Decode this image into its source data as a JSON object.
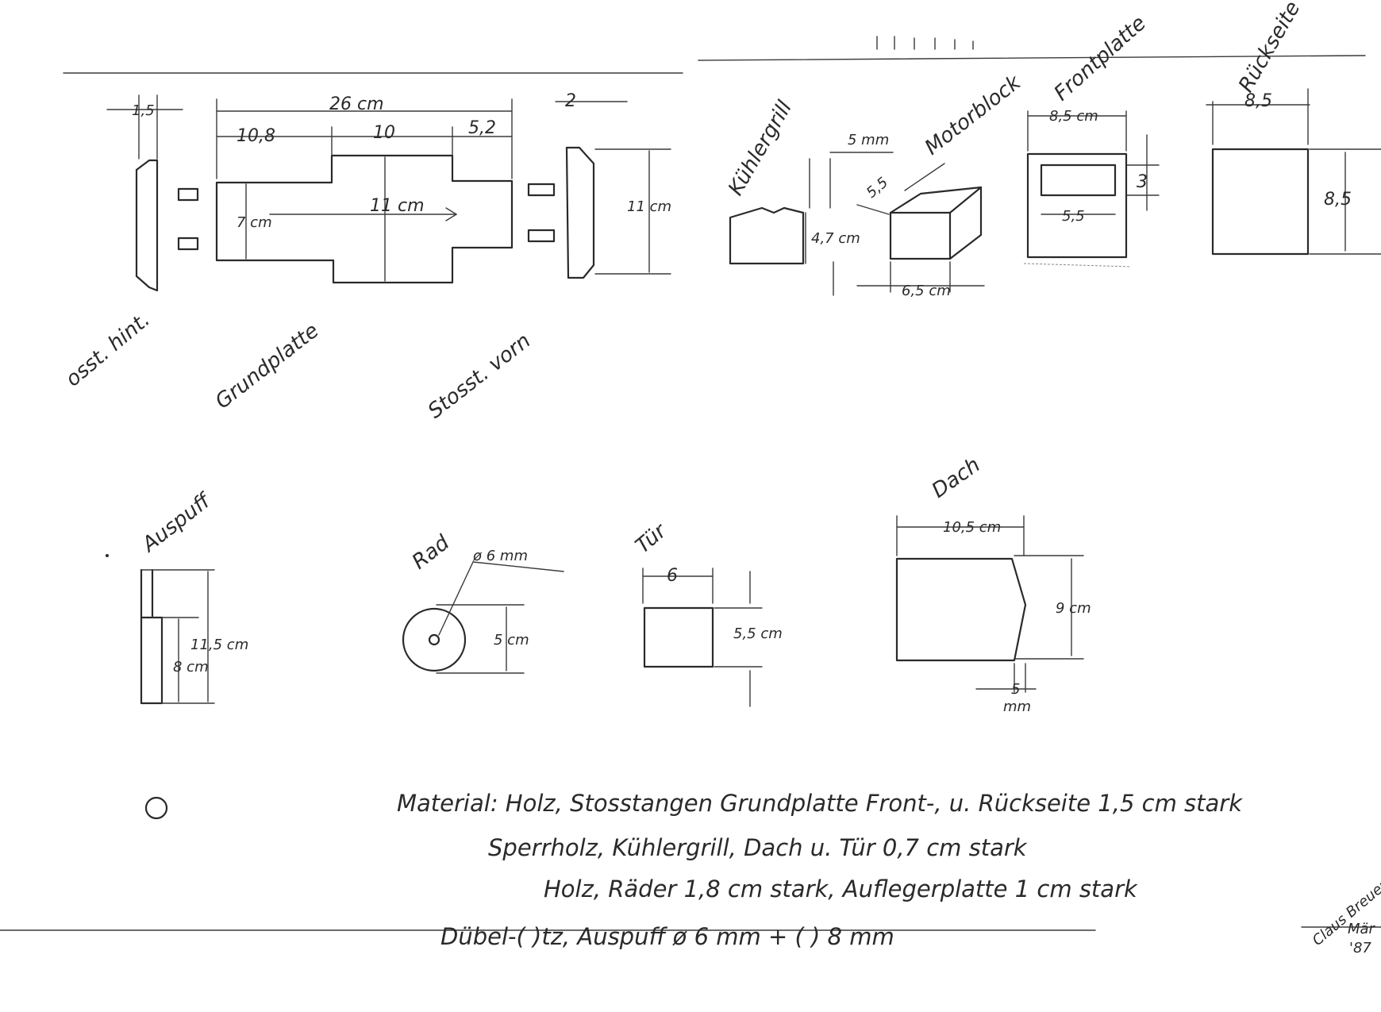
{
  "labels": {
    "stosst_hint": "osst. hint.",
    "grundplatte": "Grundplatte",
    "stosst_vorn": "Stosst. vorn",
    "kuehlergrill": "Kühlergrill",
    "motorblock": "Motorblock",
    "frontplatte": "Frontplatte",
    "rueckseite": "Rückseite",
    "auspuff": "Auspuff",
    "rad": "Rad",
    "tuer": "Tür",
    "dach": "Dach"
  },
  "dimensions": {
    "stosst_hint_width": "1,5",
    "grund_total": "26 cm",
    "grund_left": "10,8",
    "grund_mid": "10",
    "grund_right": "5,2",
    "grund_height": "7 cm",
    "grund_length": "11 cm",
    "stosst_vorn_width": "2",
    "stosst_vorn_height": "11 cm",
    "grill_thickness": "5 mm",
    "grill_height": "4,7 cm",
    "motor_side": "5,5",
    "motor_width": "6,5 cm",
    "front_width": "8,5 cm",
    "front_slot_height": "3",
    "front_slot_width": "5,5",
    "rueck_width": "8,5",
    "rueck_height": "8,5",
    "auspuff_total": "11,5 cm",
    "auspuff_inner": "8 cm",
    "rad_hole": "ø 6 mm",
    "rad_diameter": "5 cm",
    "tuer_width": "6",
    "tuer_height": "5,5 cm",
    "dach_width": "10,5 cm",
    "dach_height": "9 cm",
    "dach_offset": "5",
    "dach_offset_unit": "mm"
  },
  "notes": {
    "line1": "Material: Holz, Stosstangen Grundplatte Front-, u. Rückseite 1,5 cm stark",
    "line2": "Sperrholz, Kühlergrill, Dach u. Tür 0,7 cm stark",
    "line3": "Holz, Räder 1,8 cm stark, Auflegerplatte 1 cm stark",
    "line4": "Dübel-( )tz, Auspuff ø 6 mm + ( ) 8 mm"
  },
  "signature": {
    "name": "Claus Breuer",
    "month": "Mär",
    "year": "'87"
  }
}
